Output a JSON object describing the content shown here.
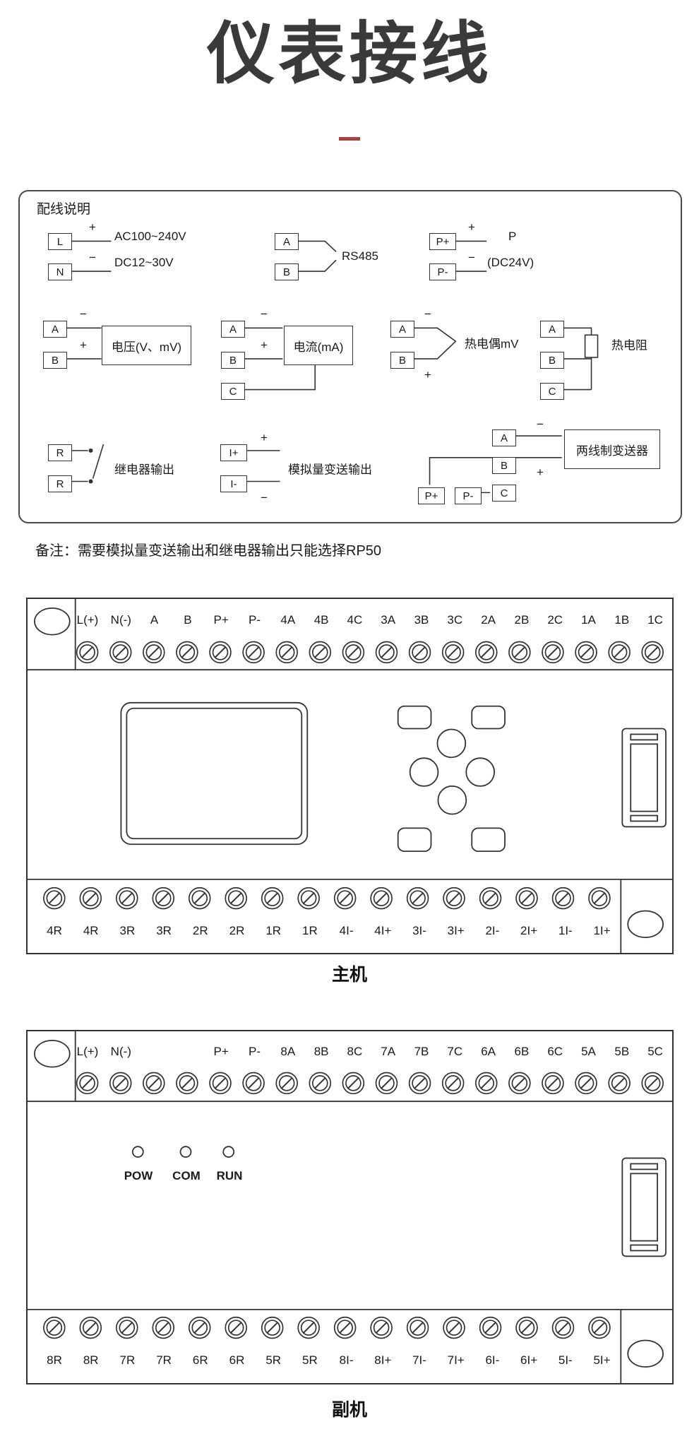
{
  "title": "仪表接线",
  "note": "备注：需要模拟量变送输出和继电器输出只能选择RP50",
  "colors": {
    "dash_red": "#a8423c",
    "line": "#333333"
  },
  "legend": {
    "heading": "配线说明",
    "plus": "+",
    "minus": "−",
    "power": {
      "t1": "L",
      "t2": "N",
      "line1": "AC100~240V",
      "line2": "DC12~30V"
    },
    "rs485": {
      "t1": "A",
      "t2": "B",
      "label": "RS485"
    },
    "psu": {
      "t1": "P+",
      "t2": "P-",
      "label1": "P",
      "label2": "(DC24V)"
    },
    "voltage": {
      "t1": "A",
      "t2": "B",
      "label": "电压(V、mV)"
    },
    "current": {
      "t1": "A",
      "t2": "B",
      "t3": "C",
      "label": "电流(mA)"
    },
    "thermocouple": {
      "t1": "A",
      "t2": "B",
      "label": "热电偶mV"
    },
    "rtd": {
      "t1": "A",
      "t2": "B",
      "t3": "C",
      "label": "热电阻"
    },
    "relay": {
      "t1": "R",
      "t2": "R",
      "label": "继电器输出"
    },
    "analog_out": {
      "t1": "I+",
      "t2": "I-",
      "label": "模拟量变送输出"
    },
    "transmitter": {
      "t1": "A",
      "t2": "B",
      "t3": "C",
      "t4": "P+",
      "t5": "P-",
      "label": "两线制变送器"
    }
  },
  "main_unit": {
    "caption": "主机",
    "top_labels": [
      "L(+)",
      "N(-)",
      "A",
      "B",
      "P+",
      "P-",
      "4A",
      "4B",
      "4C",
      "3A",
      "3B",
      "3C",
      "2A",
      "2B",
      "2C",
      "1A",
      "1B",
      "1C"
    ],
    "bottom_labels": [
      "4R",
      "4R",
      "3R",
      "3R",
      "2R",
      "2R",
      "1R",
      "1R",
      "4I-",
      "4I+",
      "3I-",
      "3I+",
      "2I-",
      "2I+",
      "1I-",
      "1I+"
    ]
  },
  "sub_unit": {
    "caption": "副机",
    "top_labels": [
      "L(+)",
      "N(-)",
      "",
      "",
      "P+",
      "P-",
      "8A",
      "8B",
      "8C",
      "7A",
      "7B",
      "7C",
      "6A",
      "6B",
      "6C",
      "5A",
      "5B",
      "5C"
    ],
    "bottom_labels": [
      "8R",
      "8R",
      "7R",
      "7R",
      "6R",
      "6R",
      "5R",
      "5R",
      "8I-",
      "8I+",
      "7I-",
      "7I+",
      "6I-",
      "6I+",
      "5I-",
      "5I+"
    ],
    "leds": [
      "POW",
      "COM",
      "RUN"
    ]
  }
}
